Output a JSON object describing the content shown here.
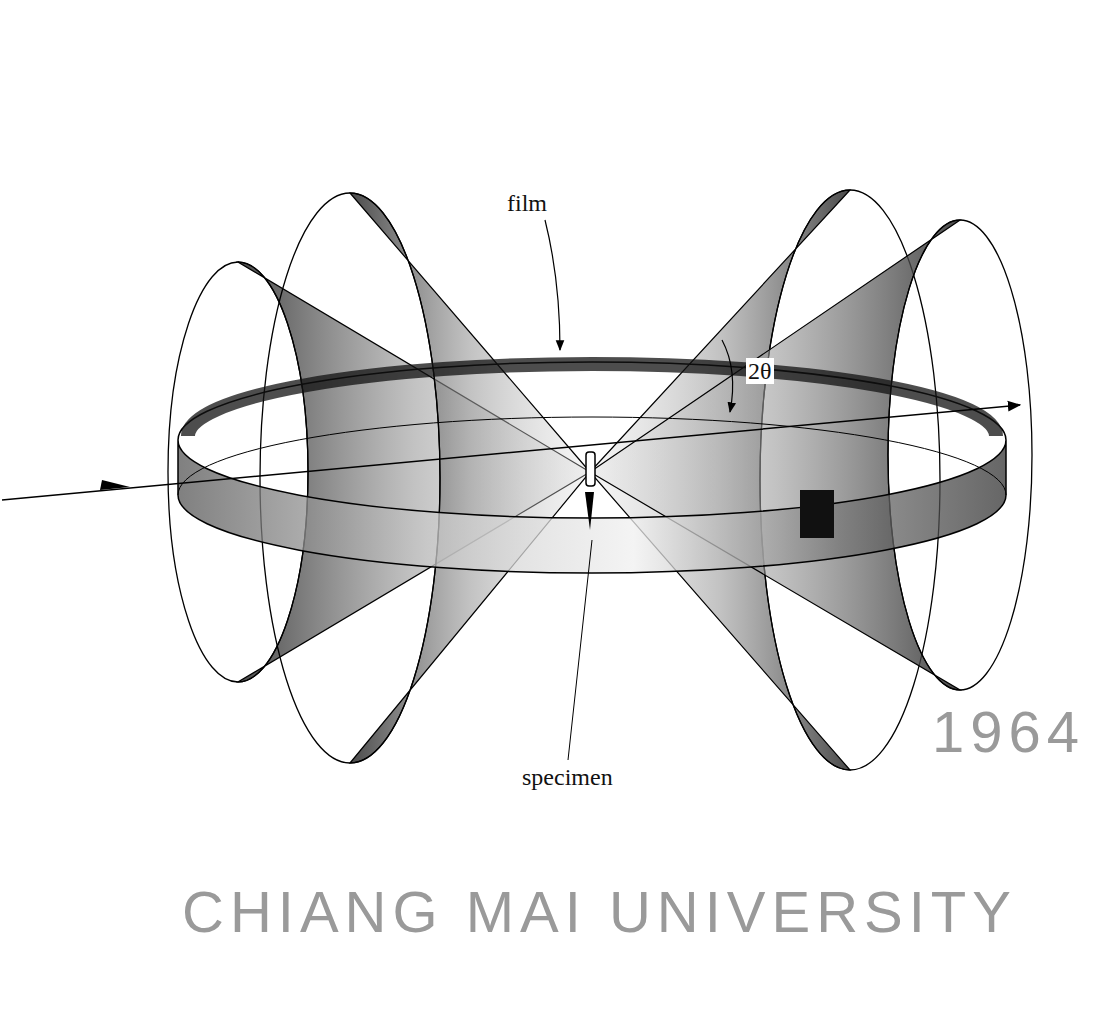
{
  "diagram": {
    "labels": [
      "film",
      "2θ",
      "specimen",
      "CHIANG MAI UNIVERSITY",
      "1964"
    ]
  }
}
